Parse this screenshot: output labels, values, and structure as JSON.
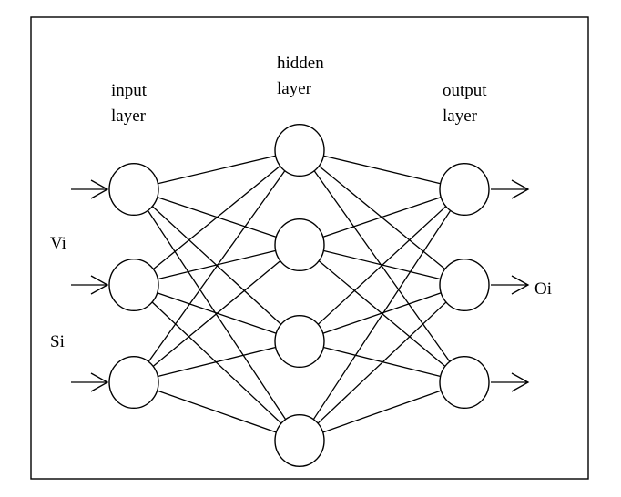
{
  "labels": {
    "input_layer": [
      "input",
      "layer"
    ],
    "hidden_layer": [
      "hidden",
      "layer"
    ],
    "output_layer": [
      "output",
      "layer"
    ],
    "input_vi": "Vi",
    "input_si": "Si",
    "output_oi": "Oi"
  },
  "network": {
    "layers": [
      {
        "id": "input",
        "nodes": 3
      },
      {
        "id": "hidden",
        "nodes": 4
      },
      {
        "id": "output",
        "nodes": 3
      }
    ],
    "fully_connected": true,
    "input_arrows": 3,
    "output_arrows": 3
  },
  "colors": {
    "stroke": "#000000",
    "background": "#ffffff"
  }
}
